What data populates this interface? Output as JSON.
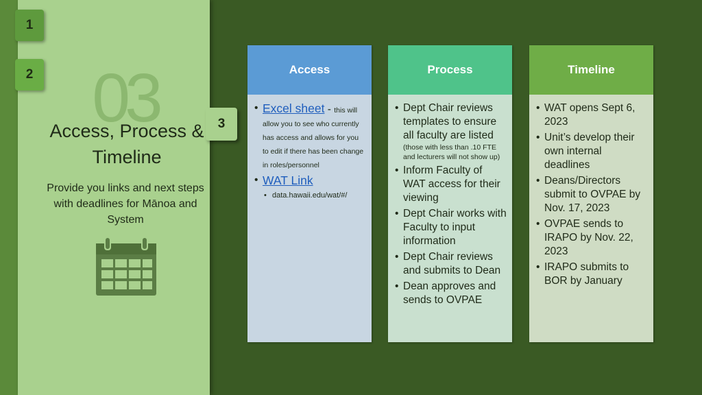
{
  "tabs": {
    "tab1": "1",
    "tab2": "2",
    "tab3": "3"
  },
  "section": {
    "number": "03",
    "title": "Access, Process & Timeline",
    "description": "Provide you links and next steps with deadlines for Mānoa and System",
    "icon": "calendar-icon"
  },
  "colors": {
    "background": "#3a5a24",
    "panel": "#a9d18e",
    "access_header": "#5b9bd5",
    "process_header": "#4fc38a",
    "timeline_header": "#6fad47",
    "highlight_red": "#e00000",
    "link_blue": "#1f5ebd"
  },
  "access": {
    "header": "Access",
    "excel_link": "Excel sheet",
    "excel_dash": " - ",
    "excel_desc": "this will allow you to see who currently has access and allows for you to edit if there has been change in roles/personnel",
    "wat_link": "WAT Link",
    "wat_url": "data.hawaii.edu/wat/#/"
  },
  "process": {
    "header": "Process",
    "items": [
      "Dept Chair reviews templates to ensure all faculty are listed",
      "Inform Faculty of WAT access for their viewing",
      "Dept Chair works with Faculty to input information",
      "Dept Chair reviews and submits to Dean",
      "Dean approves and sends to OVPAE"
    ],
    "item0_note": "(those with less than .10 FTE and lecturers will not show up)"
  },
  "timeline": {
    "header": "Timeline",
    "items": [
      "WAT opens Sept 6, 2023",
      "Unit’s develop their own internal deadlines",
      "Deans/Directors submit to OVPAE by Nov. 17, 2023",
      "OVPAE sends to IRAPO by Nov. 22, 2023",
      "IRAPO submits to BOR by January"
    ]
  }
}
